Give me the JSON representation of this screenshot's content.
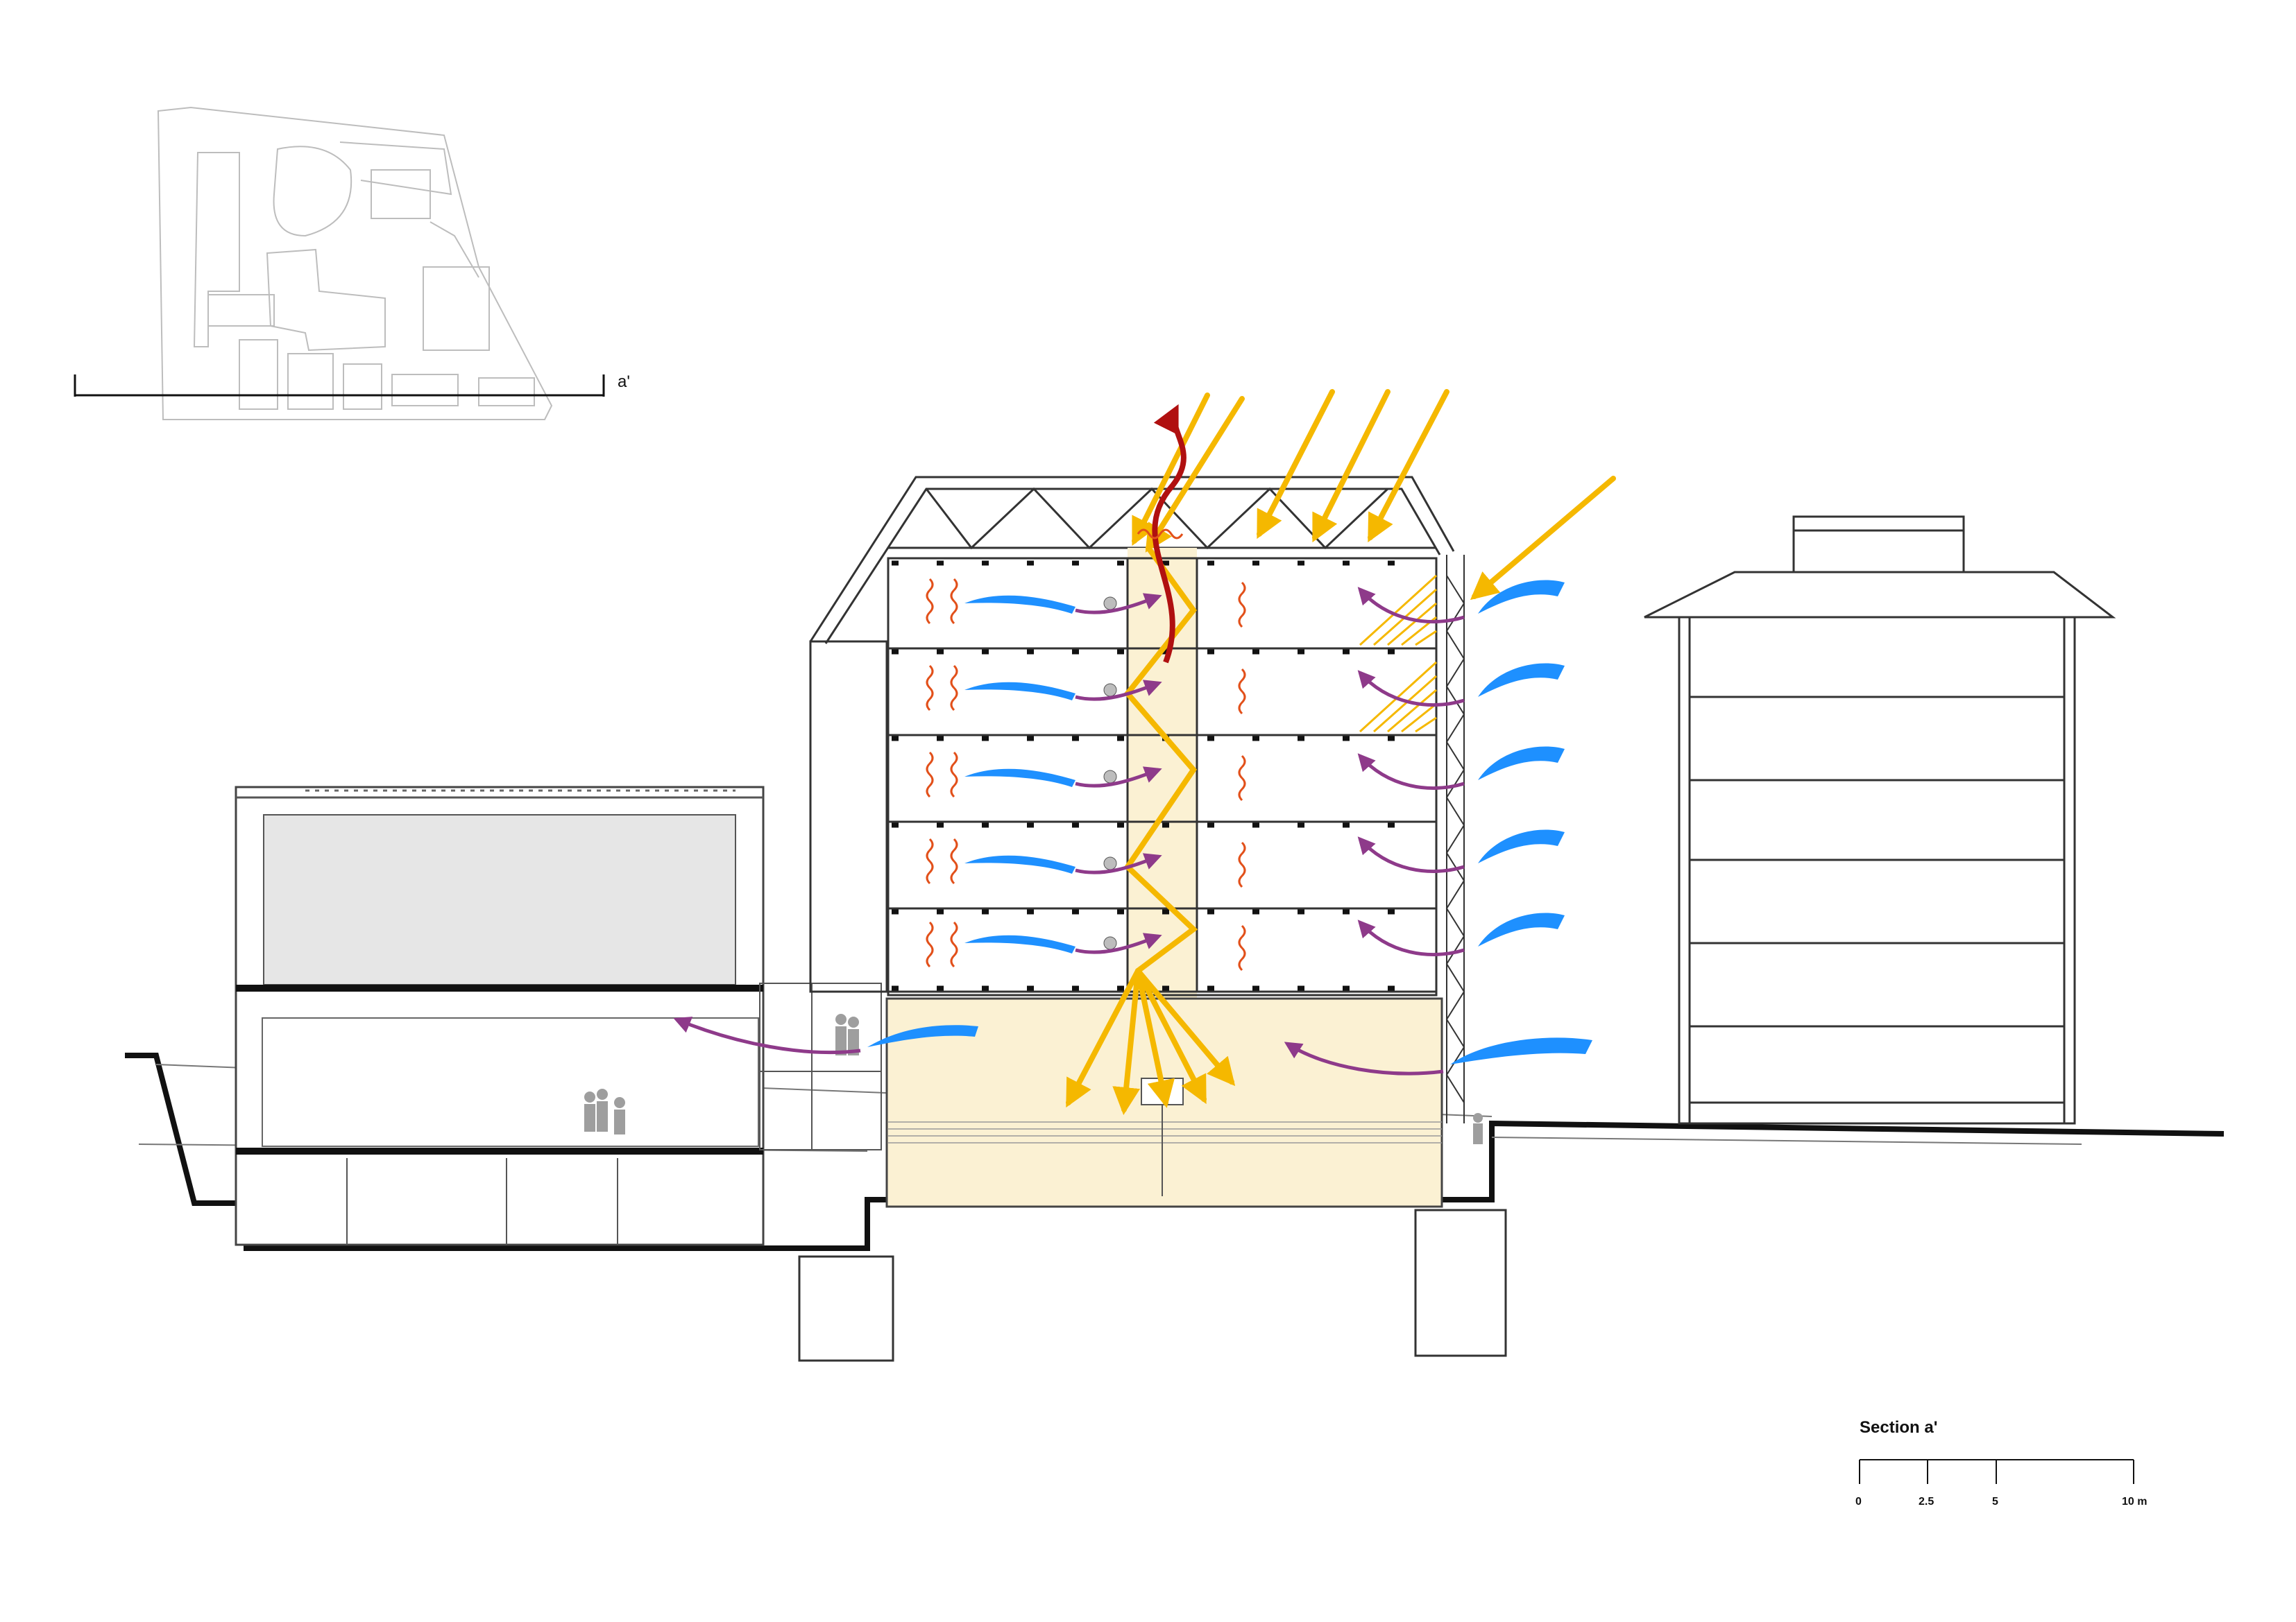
{
  "key_plan": {
    "section_marker": "a'"
  },
  "title": "Section a'",
  "scale_bar": {
    "ticks": [
      "0",
      "2.5",
      "5",
      "10 m"
    ]
  },
  "colors": {
    "sunlight": "#f5b800",
    "fresh_air": "#1e90ff",
    "warm_air": "#8e3a8a",
    "exhaust_air": "#b01010",
    "heat_source": "#e2501a",
    "atrium_fill": "#fbf1d3",
    "structure": "#333333",
    "site_plan": "#bdbdbd"
  }
}
